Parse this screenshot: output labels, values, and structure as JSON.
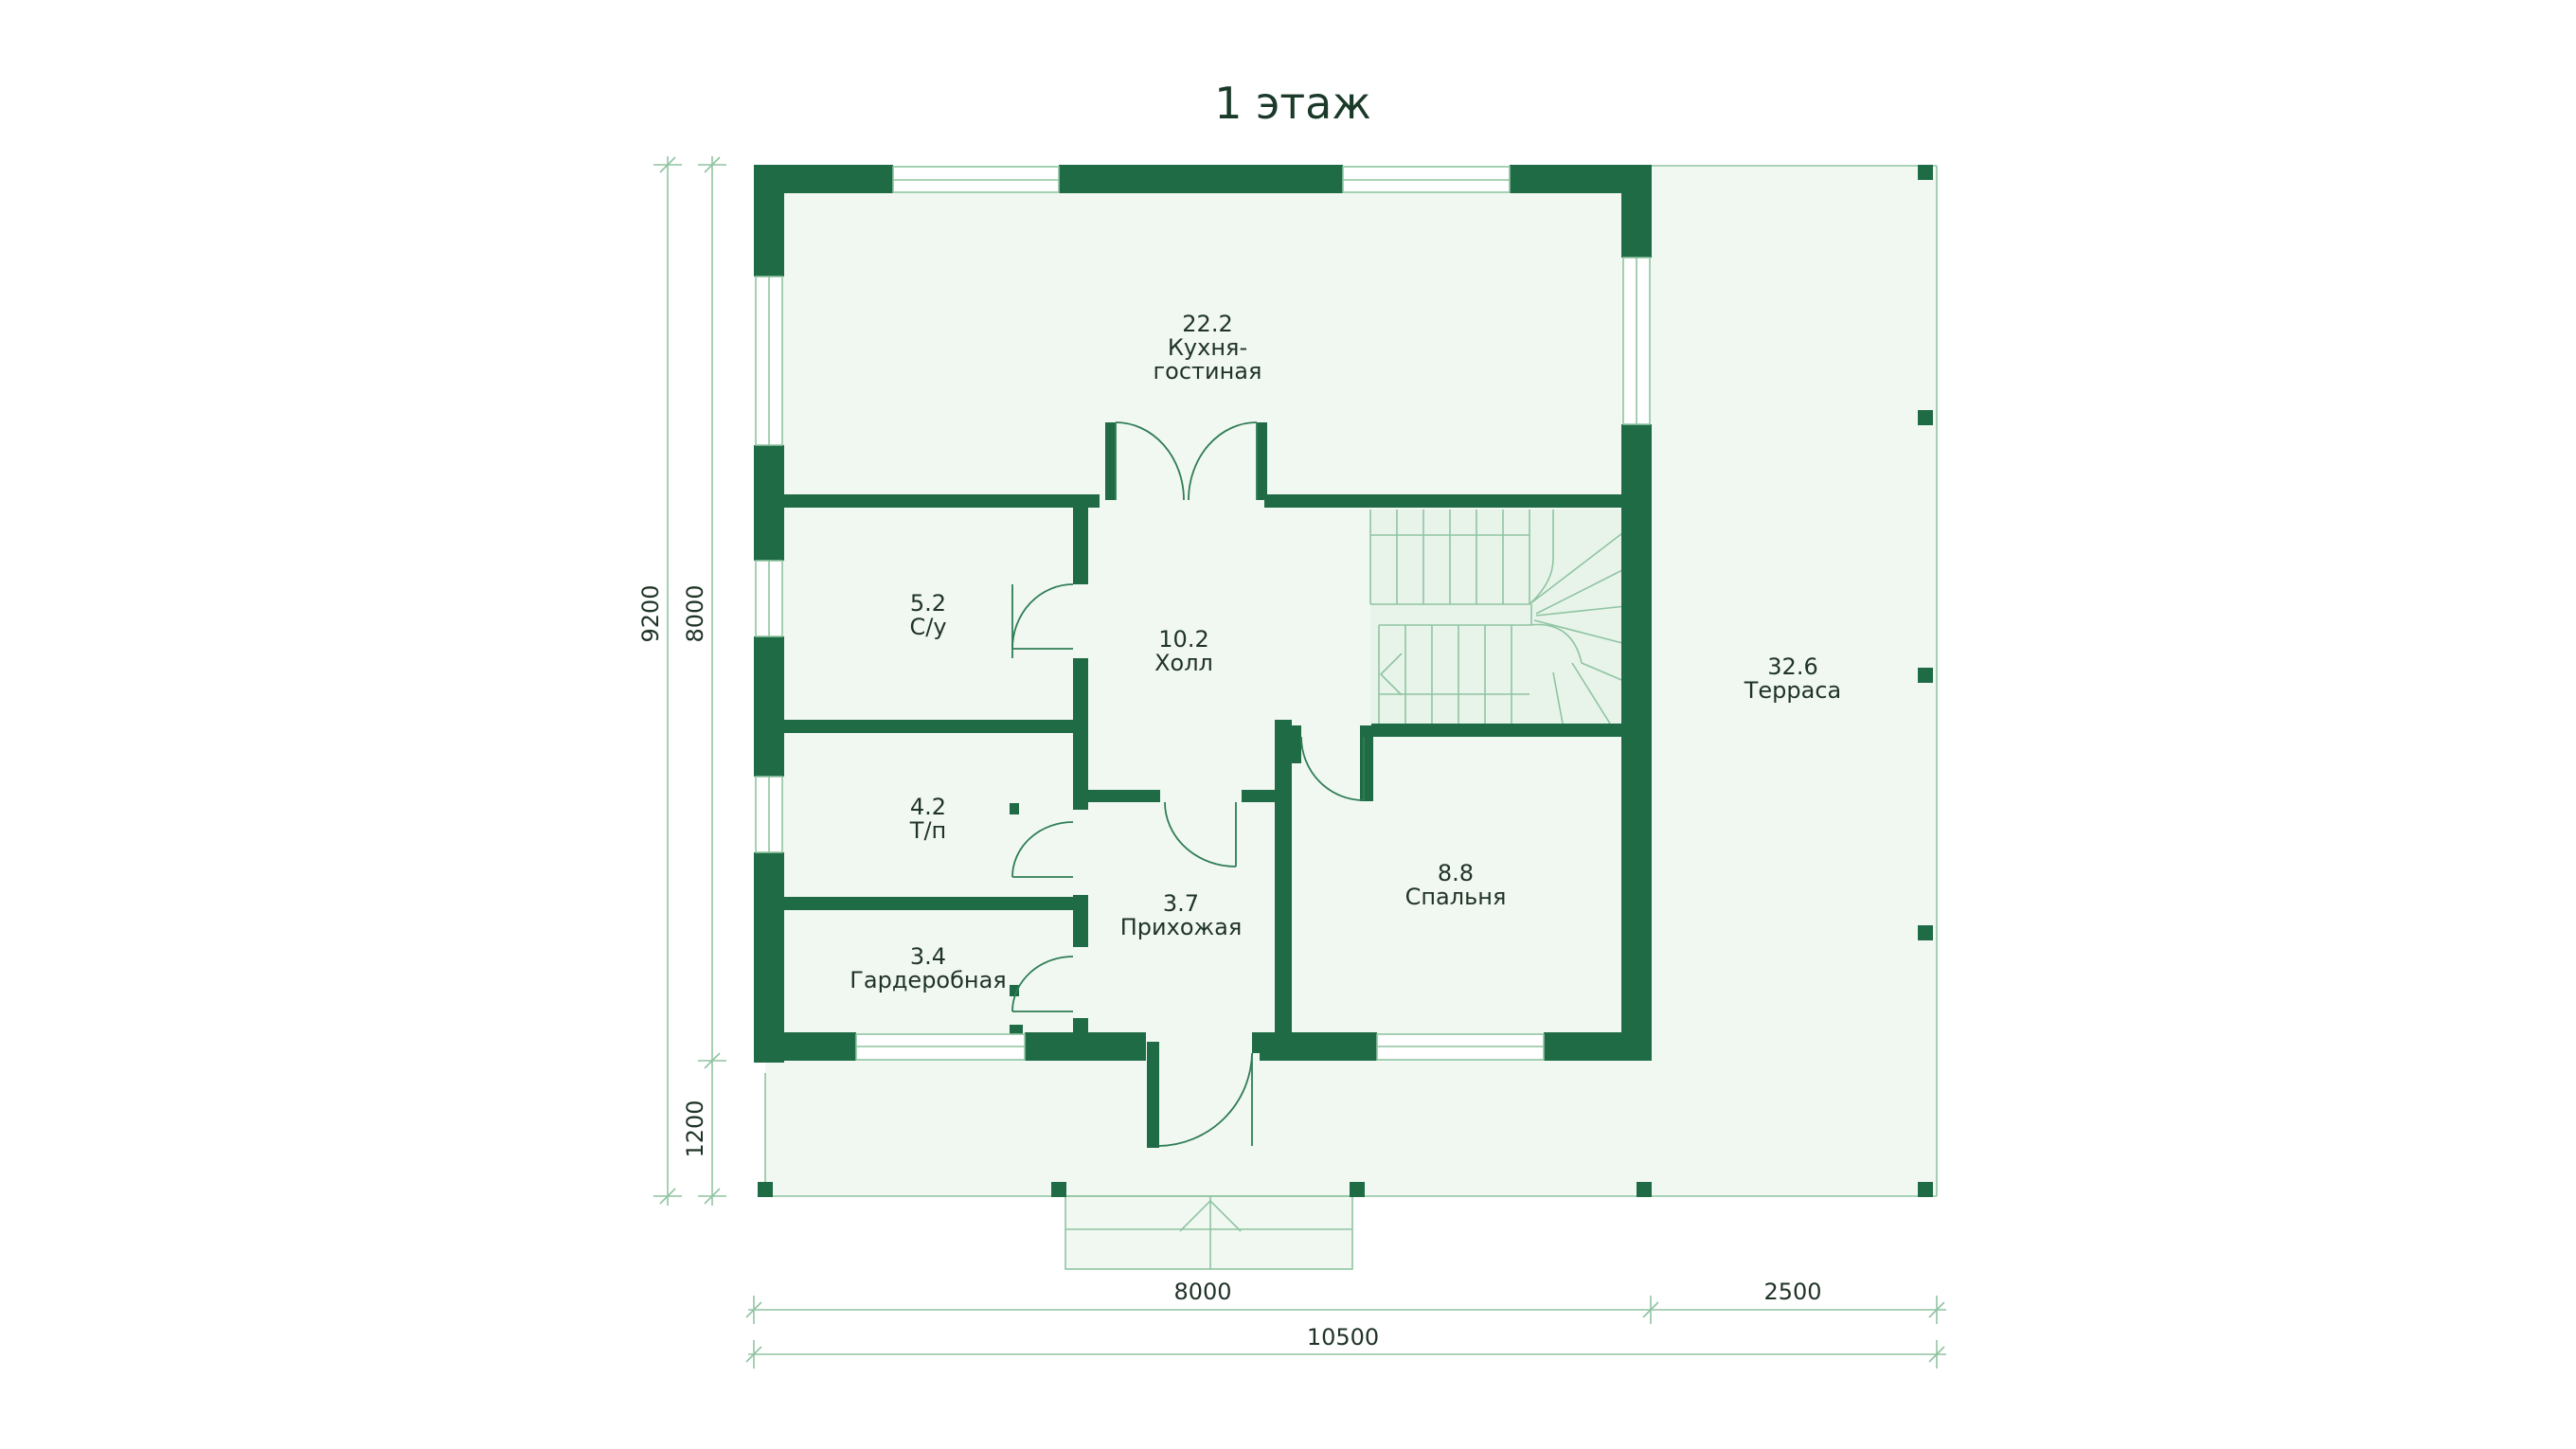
{
  "title": "1 этаж",
  "rooms": [
    {
      "area": "22.2",
      "name_line1": "Кухня-",
      "name_line2": "гостиная"
    },
    {
      "area": "5.2",
      "name": "С/у"
    },
    {
      "area": "10.2",
      "name": "Холл"
    },
    {
      "area": "32.6",
      "name": "Терраса"
    },
    {
      "area": "4.2",
      "name": "Т/п"
    },
    {
      "area": "3.7",
      "name": "Прихожая"
    },
    {
      "area": "8.8",
      "name": "Спальня"
    },
    {
      "area": "3.4",
      "name": "Гардеробная"
    }
  ],
  "dimensions": {
    "bottom_house": "8000",
    "bottom_terrace": "2500",
    "bottom_total": "10500",
    "left_total": "9200",
    "left_house": "8000",
    "left_porch": "1200"
  },
  "colors": {
    "wall": "#1e6b45",
    "floor": "#f1f8f2",
    "lines": "#8fc4a1",
    "text": "#1f3326"
  }
}
